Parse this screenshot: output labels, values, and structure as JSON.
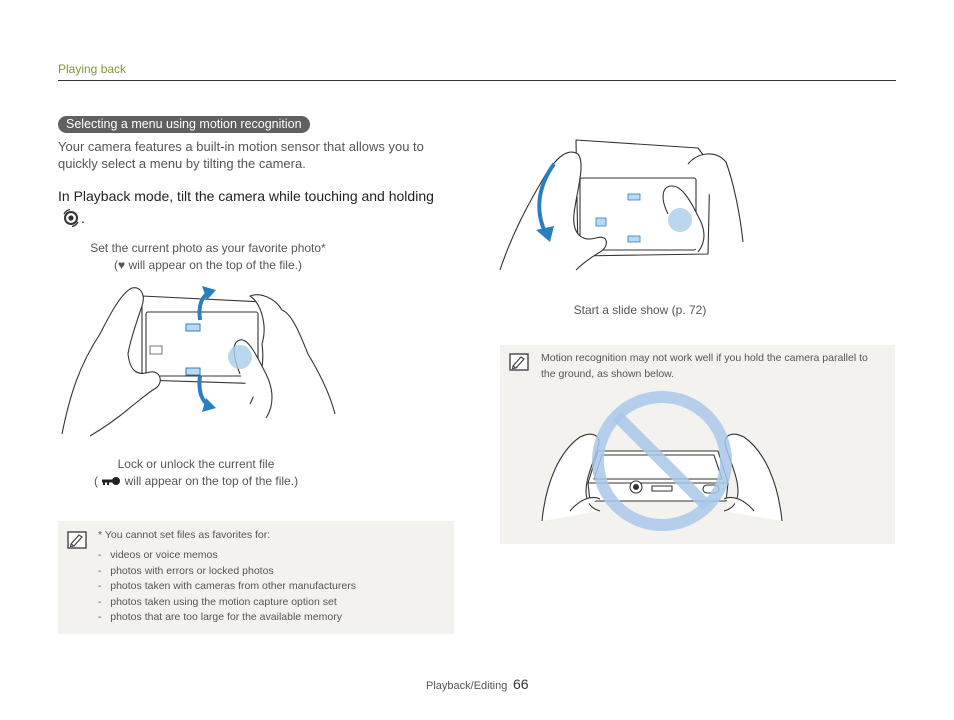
{
  "header": {
    "section": "Playing back"
  },
  "subsection": {
    "title": "Selecting a menu using motion recognition"
  },
  "intro": "Your camera features a built-in motion sensor that allows you to quickly select a menu by tilting the camera.",
  "instruction": {
    "text": "In Playback mode, tilt the camera while touching and holding",
    "end": "."
  },
  "favorite_caption": {
    "line1": "Set the current photo as your favorite photo*",
    "line2_open": "(",
    "line2_rest": "will appear on the top of the file.)"
  },
  "lock_caption": {
    "line1": "Lock or unlock the current file",
    "line2_open": "(",
    "line2_rest": "will appear on the top of the file.)"
  },
  "slideshow_caption": "Start a slide show (p. 72)",
  "note_left": {
    "heading": "* You cannot set files as favorites for:",
    "items": [
      "videos or voice memos",
      "photos with errors or locked photos",
      "photos taken with cameras from other manufacturers",
      "photos taken using the motion capture option set",
      "photos that are too large for the available memory"
    ]
  },
  "note_right": {
    "text": "Motion recognition may not work well if you hold the camera parallel to the ground, as shown below."
  },
  "footer": {
    "label": "Playback/Editing",
    "page": "66"
  },
  "colors": {
    "accent_green": "#7a9a3a",
    "arrow_blue": "#2a7fc0",
    "prohibit_blue": "#a8c8ea",
    "note_bg": "#f3f2ee"
  }
}
